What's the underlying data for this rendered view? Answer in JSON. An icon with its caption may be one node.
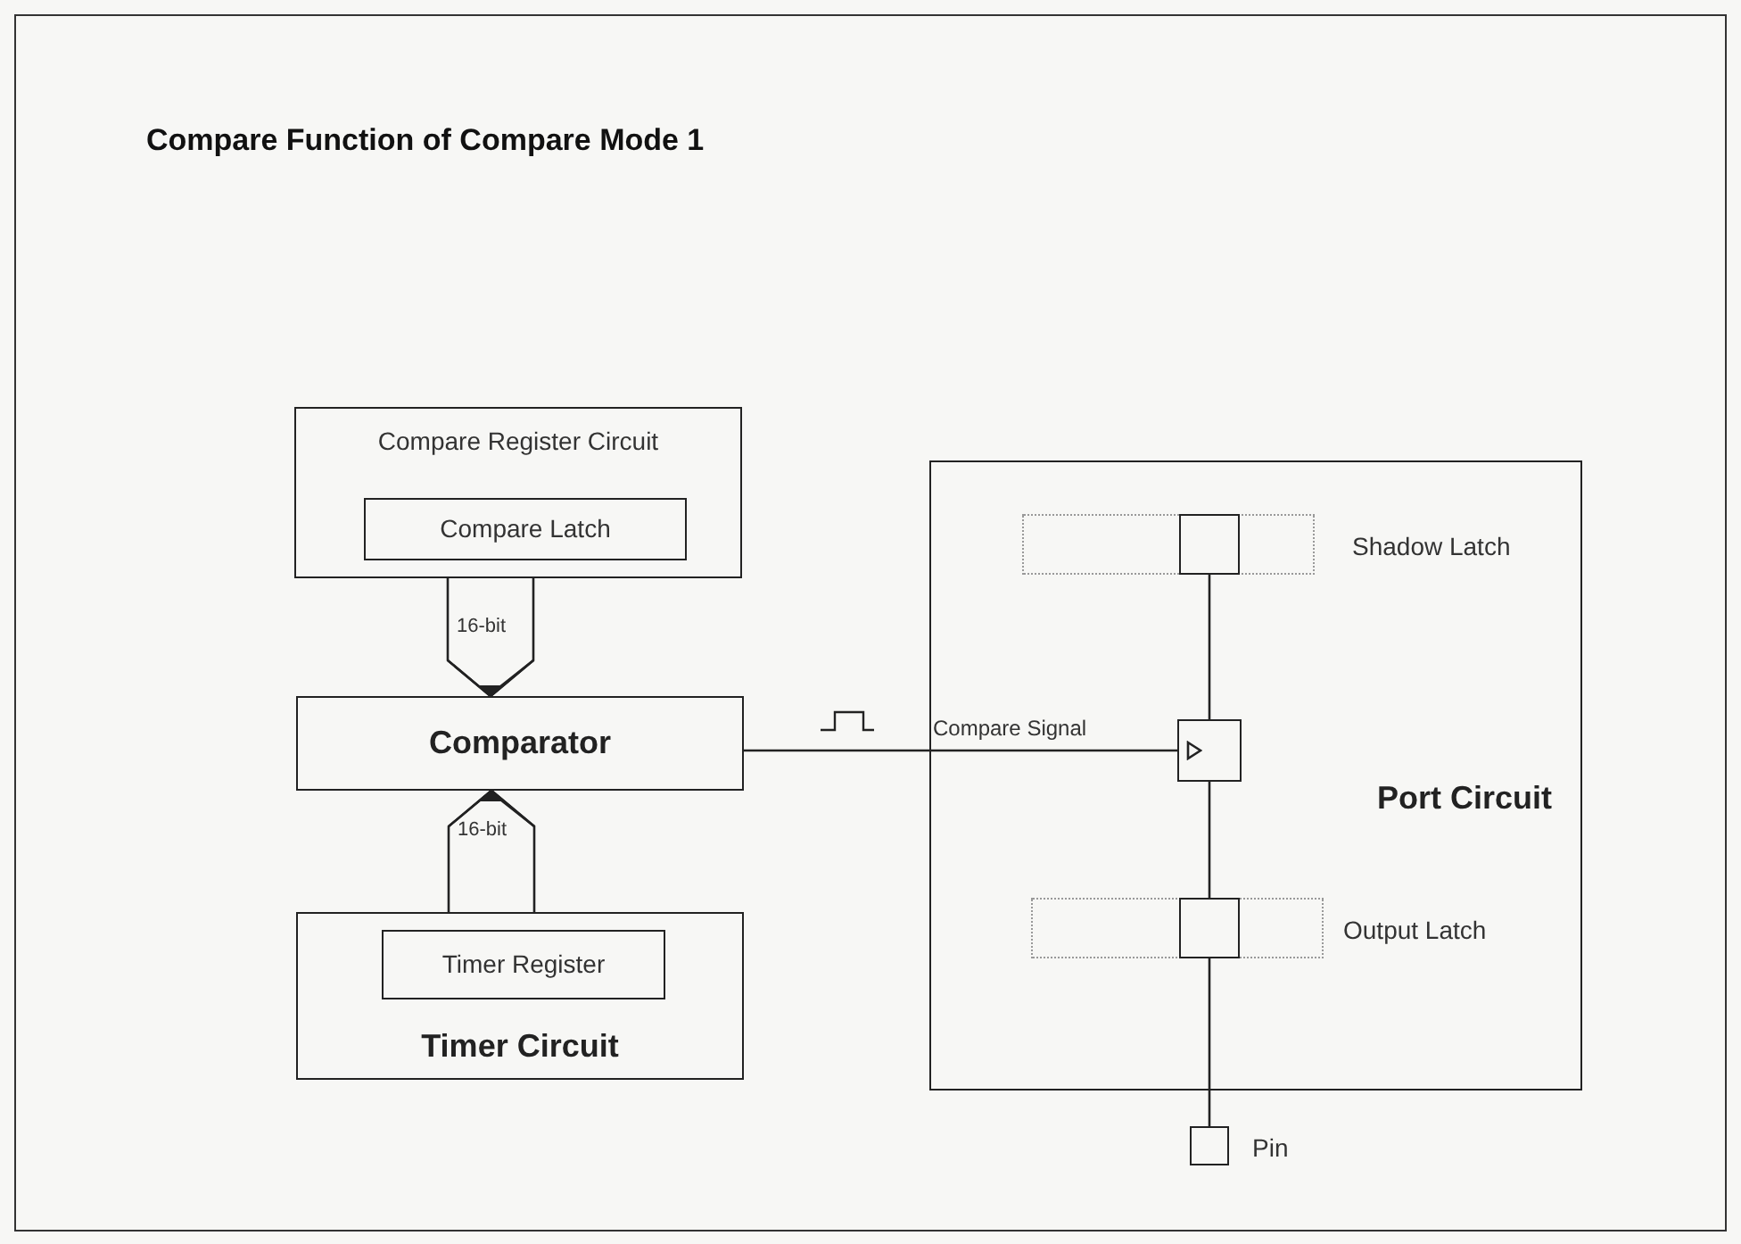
{
  "diagram": {
    "title": "Compare Function of Compare Mode 1",
    "nodes": [
      {
        "text": [
          "Compare Register Circuit"
        ]
      },
      {
        "text": [
          "Compare Latch"
        ],
        "in": 0
      },
      {
        "text": [
          "Comparator"
        ]
      },
      {
        "text": [
          "Timer Circuit"
        ]
      },
      {
        "text": [
          "Timer Register"
        ],
        "in": 3
      },
      {
        "text": [
          "Port Circuit"
        ]
      },
      {
        "text": [],
        "shape": "box",
        "in": 5,
        "beside": [
          "Shadow Latch"
        ]
      },
      {
        "text": [],
        "shape": "box",
        "in": 6
      },
      {
        "text": [],
        "shape": "box",
        "in": 5
      },
      {
        "text": [],
        "shape": "box",
        "in": 5,
        "beside": [
          "Output Latch"
        ]
      },
      {
        "text": [],
        "shape": "box",
        "in": 9
      },
      {
        "text": [],
        "shape": "box",
        "beside": [
          "Pin"
        ]
      }
    ],
    "edges": [
      {
        "from": 0,
        "to": 2,
        "arrow": "to",
        "label": "16-bit"
      },
      {
        "from": 3,
        "to": 2,
        "arrow": "to",
        "label": "16-bit"
      },
      {
        "from": 2,
        "to": 8,
        "arrow": "none",
        "label": "Compare Signal"
      },
      {
        "from": 7,
        "to": 8,
        "arrow": "none"
      },
      {
        "from": 8,
        "to": 10,
        "arrow": "none"
      },
      {
        "from": 10,
        "to": 11,
        "arrow": "none"
      }
    ]
  }
}
